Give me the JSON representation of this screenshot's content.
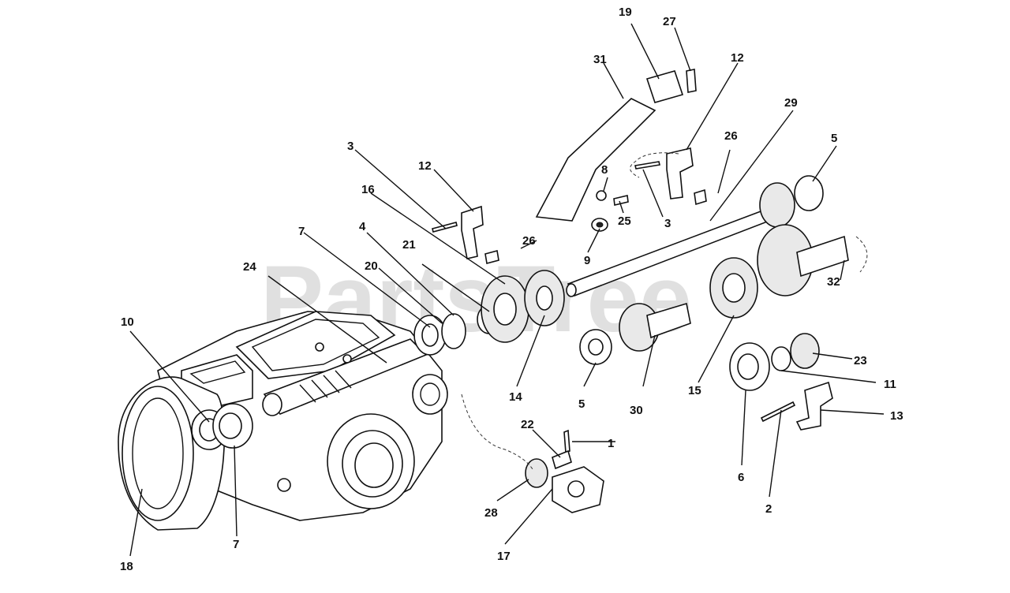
{
  "watermark": "PartsTree",
  "callouts": [
    {
      "id": "c1",
      "text": "1"
    },
    {
      "id": "c2",
      "text": "2"
    },
    {
      "id": "c3a",
      "text": "3"
    },
    {
      "id": "c3b",
      "text": "3"
    },
    {
      "id": "c4",
      "text": "4"
    },
    {
      "id": "c5a",
      "text": "5"
    },
    {
      "id": "c5b",
      "text": "5"
    },
    {
      "id": "c6",
      "text": "6"
    },
    {
      "id": "c7a",
      "text": "7"
    },
    {
      "id": "c7b",
      "text": "7"
    },
    {
      "id": "c8",
      "text": "8"
    },
    {
      "id": "c9",
      "text": "9"
    },
    {
      "id": "c10",
      "text": "10"
    },
    {
      "id": "c11",
      "text": "11"
    },
    {
      "id": "c12a",
      "text": "12"
    },
    {
      "id": "c12b",
      "text": "12"
    },
    {
      "id": "c13",
      "text": "13"
    },
    {
      "id": "c14",
      "text": "14"
    },
    {
      "id": "c15",
      "text": "15"
    },
    {
      "id": "c16",
      "text": "16"
    },
    {
      "id": "c17",
      "text": "17"
    },
    {
      "id": "c18",
      "text": "18"
    },
    {
      "id": "c19",
      "text": "19"
    },
    {
      "id": "c20",
      "text": "20"
    },
    {
      "id": "c21",
      "text": "21"
    },
    {
      "id": "c22",
      "text": "22"
    },
    {
      "id": "c23",
      "text": "23"
    },
    {
      "id": "c24",
      "text": "24"
    },
    {
      "id": "c25",
      "text": "25"
    },
    {
      "id": "c26a",
      "text": "26"
    },
    {
      "id": "c26b",
      "text": "26"
    },
    {
      "id": "c27",
      "text": "27"
    },
    {
      "id": "c28",
      "text": "28"
    },
    {
      "id": "c29",
      "text": "29"
    },
    {
      "id": "c30",
      "text": "30"
    },
    {
      "id": "c31",
      "text": "31"
    },
    {
      "id": "c32",
      "text": "32"
    }
  ]
}
